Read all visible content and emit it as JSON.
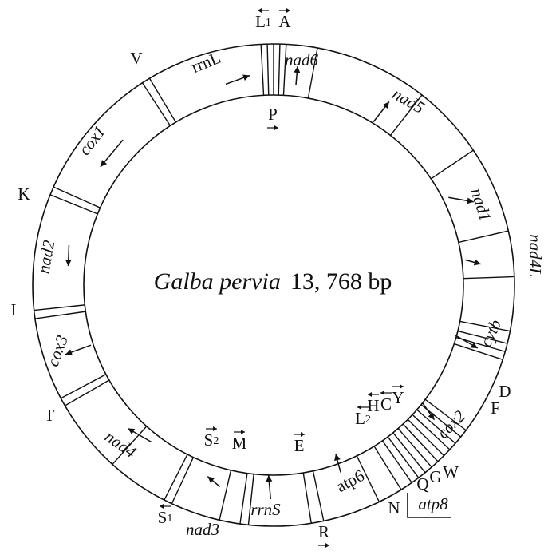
{
  "title": {
    "species": "Galba pervia",
    "size": "13, 768 bp"
  },
  "colors": {
    "ink": "#111111",
    "background": "#ffffff"
  },
  "genes": [
    {
      "key": "rrnL",
      "text": "rrnL",
      "italic": false,
      "direction": "cw"
    },
    {
      "key": "nad6",
      "text": "nad6",
      "italic": true,
      "direction": "cw"
    },
    {
      "key": "nad5",
      "text": "nad5",
      "italic": true,
      "direction": "cw"
    },
    {
      "key": "nad1",
      "text": "nad1",
      "italic": true,
      "direction": "cw"
    },
    {
      "key": "nad4L",
      "text": "nad4L",
      "italic": true,
      "direction": "cw"
    },
    {
      "key": "cytb",
      "text": "cytb",
      "italic": true,
      "direction": "cw"
    },
    {
      "key": "cox2",
      "text": "cox2",
      "italic": true,
      "direction": "cw"
    },
    {
      "key": "atp8",
      "text": "atp8",
      "italic": true,
      "direction": "ccw"
    },
    {
      "key": "atp6",
      "text": "atp6",
      "italic": false,
      "direction": "ccw"
    },
    {
      "key": "rrnS",
      "text": "rrnS",
      "italic": true,
      "direction": "ccw"
    },
    {
      "key": "nad3",
      "text": "nad3",
      "italic": true,
      "direction": "ccw"
    },
    {
      "key": "nad4",
      "text": "nad4",
      "italic": true,
      "direction": "ccw"
    },
    {
      "key": "cox3",
      "text": "cox3",
      "italic": true,
      "direction": "ccw"
    },
    {
      "key": "nad2",
      "text": "nad2",
      "italic": true,
      "direction": "ccw"
    },
    {
      "key": "cox1",
      "text": "cox1",
      "italic": true,
      "direction": "ccw"
    }
  ],
  "trnas": [
    {
      "key": "L1",
      "letter": "L",
      "sub": "1"
    },
    {
      "key": "A",
      "letter": "A",
      "sub": ""
    },
    {
      "key": "P",
      "letter": "P",
      "sub": ""
    },
    {
      "key": "V",
      "letter": "V",
      "sub": ""
    },
    {
      "key": "K",
      "letter": "K",
      "sub": ""
    },
    {
      "key": "I",
      "letter": "I",
      "sub": ""
    },
    {
      "key": "T",
      "letter": "T",
      "sub": ""
    },
    {
      "key": "S1",
      "letter": "S",
      "sub": "1"
    },
    {
      "key": "S2",
      "letter": "S",
      "sub": "2"
    },
    {
      "key": "M",
      "letter": "M",
      "sub": ""
    },
    {
      "key": "E",
      "letter": "E",
      "sub": ""
    },
    {
      "key": "R",
      "letter": "R",
      "sub": ""
    },
    {
      "key": "N",
      "letter": "N",
      "sub": ""
    },
    {
      "key": "L2",
      "letter": "L",
      "sub": "2"
    },
    {
      "key": "H",
      "letter": "H",
      "sub": ""
    },
    {
      "key": "C",
      "letter": "C",
      "sub": ""
    },
    {
      "key": "Y",
      "letter": "Y",
      "sub": ""
    },
    {
      "key": "D",
      "letter": "D",
      "sub": ""
    },
    {
      "key": "F",
      "letter": "F",
      "sub": ""
    },
    {
      "key": "W",
      "letter": "W",
      "sub": ""
    },
    {
      "key": "G",
      "letter": "G",
      "sub": ""
    },
    {
      "key": "Q",
      "letter": "Q",
      "sub": ""
    }
  ]
}
